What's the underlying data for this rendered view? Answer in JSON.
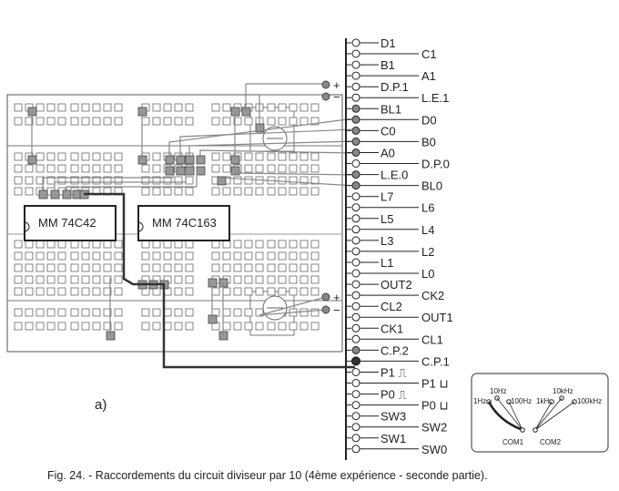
{
  "figure": {
    "caption": "Fig. 24. - Raccordements du circuit diviseur par 10 (4ème expérience - seconde partie).",
    "panel_label": "a)"
  },
  "chips": [
    {
      "id": "chip-74c42",
      "label": "MM 74C42"
    },
    {
      "id": "chip-74c163",
      "label": "MM 74C163"
    }
  ],
  "power": {
    "plus": "+",
    "minus": "−"
  },
  "connector": {
    "left_column": [
      "D1",
      "B1",
      "D.P.1",
      "BL1",
      "C0",
      "A0",
      "L.E.0",
      "L7",
      "L5",
      "L3",
      "L1",
      "OUT2",
      "CL2",
      "CK1",
      "C.P.2",
      "P1 ⎍",
      "P0 ⎍",
      "SW3",
      "SW1"
    ],
    "right_column": [
      "C1",
      "A1",
      "L.E.1",
      "D0",
      "B0",
      "D.P.0",
      "BL0",
      "L6",
      "L4",
      "L2",
      "L0",
      "CK2",
      "OUT1",
      "CL1",
      "C.P.1",
      "P1 ⊔",
      "P0 ⊔",
      "SW2",
      "SW0"
    ]
  },
  "switch_inset": {
    "freq_left": [
      "10Hz",
      "1Hz",
      "100Hz"
    ],
    "freq_right": [
      "10kHz",
      "1kHz",
      "100kHz"
    ],
    "com_left": "COM1",
    "com_right": "COM2"
  }
}
